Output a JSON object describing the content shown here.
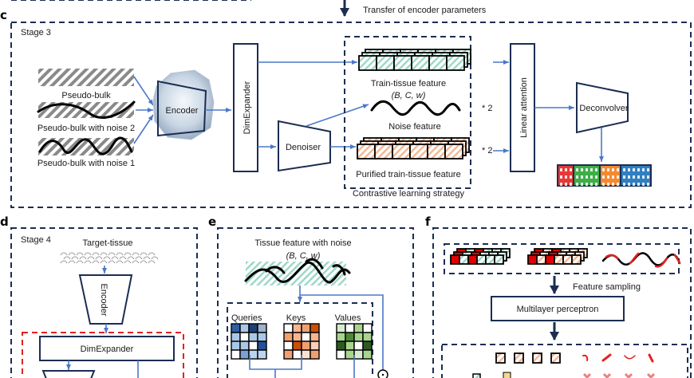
{
  "top": {
    "transfer_label": "Transfer of encoder parameters"
  },
  "panel_c": {
    "letter": "c",
    "stage": "Stage 3",
    "inputs": [
      "Pseudo-bulk",
      "Pseudo-bulk with noise 2",
      "Pseudo-bulk with noise 1"
    ],
    "encoder": "Encoder",
    "dim_expander": "DimExpander",
    "denoiser": "Denoiser",
    "train_feature": "Train-tissue feature",
    "shape": "(B, C, w)",
    "noise_feature": "Noise feature",
    "purified_feature": "Purified train-tissue feature",
    "multiplier_1": "* 2",
    "multiplier_2": "* 2",
    "contrastive": "Contrastive learning strategy",
    "linear_attention": "Linear attention",
    "deconvolver": "Deconvolver",
    "output_colors": [
      "#e53935",
      "#3fae49",
      "#f28a30",
      "#2f7fc1"
    ]
  },
  "panel_d": {
    "letter": "d",
    "stage": "Stage 4",
    "target": "Target-tissue",
    "encoder": "Encoder",
    "dim_expander": "DimExpander"
  },
  "panel_e": {
    "letter": "e",
    "title": "Tissue feature with noise",
    "shape": "(B, C, w)",
    "queries": "Queries",
    "keys": "Keys",
    "values": "Values",
    "query_colors": [
      "#2f5fa8",
      "#a9c8e8",
      "#1d3f78",
      "#9fb0c8",
      "#a9c8e8",
      "#ffffff",
      "#a9c8e8",
      "#a9c8e8",
      "#a9c8e8",
      "#a9c8e8",
      "#ffffff",
      "#24509a",
      "#ffffff",
      "#7d9fd6",
      "#bcd5ee",
      "#bcd5ee"
    ],
    "key_colors": [
      "#ffffff",
      "#f5b58f",
      "#f0a070",
      "#c8500c",
      "#f0a070",
      "#f5b58f",
      "#ffffff",
      "#f5b58f",
      "#ffffff",
      "#c8500c",
      "#f0a070",
      "#fad0b8",
      "#f0a070",
      "#ffffff",
      "#fde1d0",
      "#f0a070"
    ],
    "value_colors": [
      "#d8ebcf",
      "#ffffff",
      "#a8d48e",
      "#ffffff",
      "#a8d48e",
      "#4a8a35",
      "#a8d48e",
      "#a8d48e",
      "#2d5a22",
      "#a8d48e",
      "#ffffff",
      "#2d5a22",
      "#ffffff",
      "#a8d48e",
      "#d8ebcf",
      "#a8d48e"
    ]
  },
  "panel_f": {
    "letter": "f",
    "feature_sampling": "Feature sampling",
    "mlp": "Multilayer perceptron"
  }
}
